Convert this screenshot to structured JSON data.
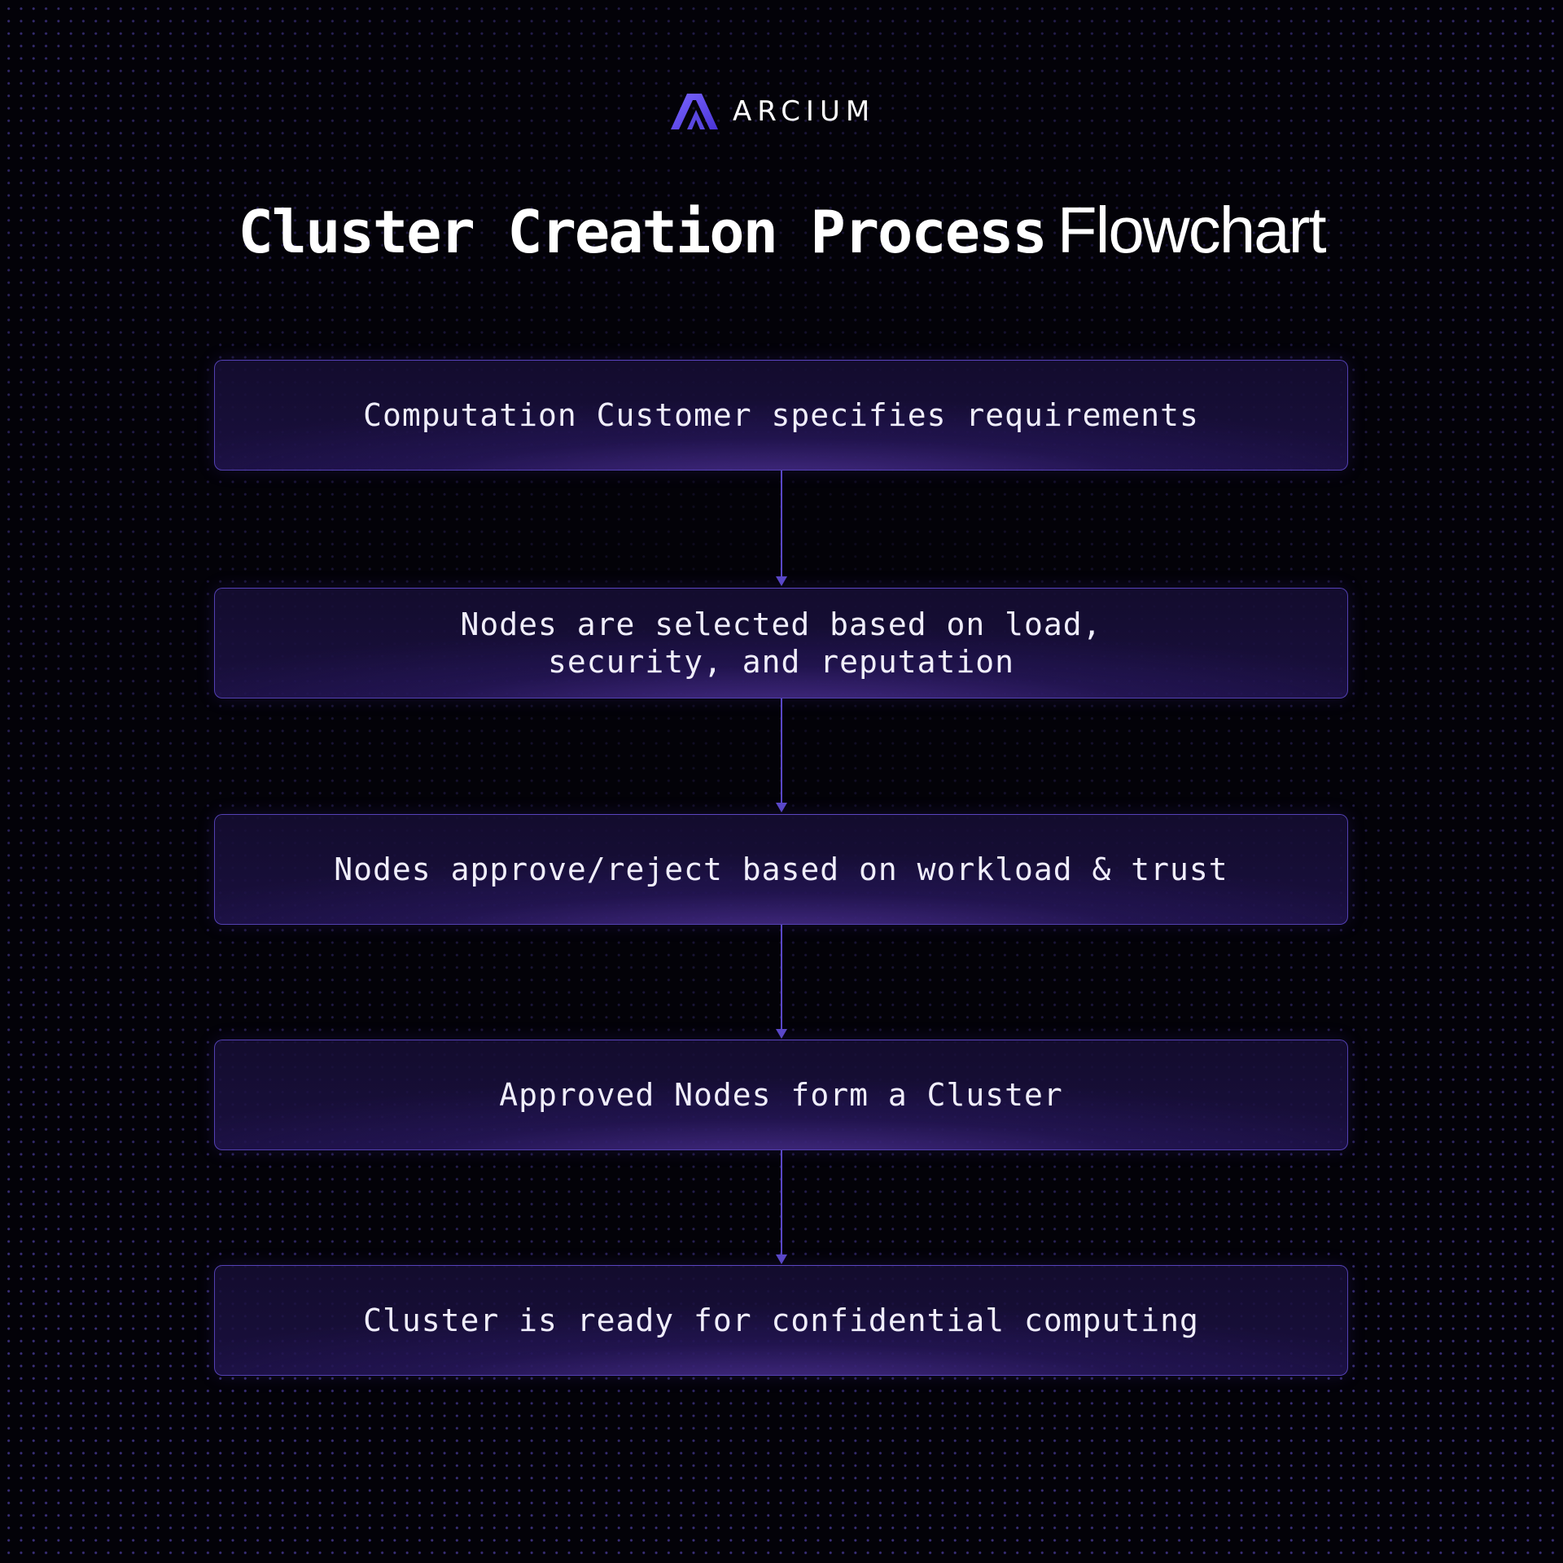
{
  "brand": {
    "name": "ARCIUM",
    "logo_icon": "arcium-logo-icon",
    "accent_color": "#5a48e0"
  },
  "title": {
    "mono_part": "Cluster Creation Process",
    "sans_part": "Flowchart"
  },
  "steps": [
    {
      "label": "Computation Customer specifies requirements"
    },
    {
      "label": "Nodes are selected based on load,\nsecurity, and reputation"
    },
    {
      "label": "Nodes approve/reject based on workload & trust"
    },
    {
      "label": "Approved Nodes form a Cluster"
    },
    {
      "label": "Cluster is ready for confidential computing"
    }
  ],
  "colors": {
    "background": "#030208",
    "box_border": "#6852dc",
    "connector": "#5a48c8",
    "text": "#f0eefc"
  }
}
